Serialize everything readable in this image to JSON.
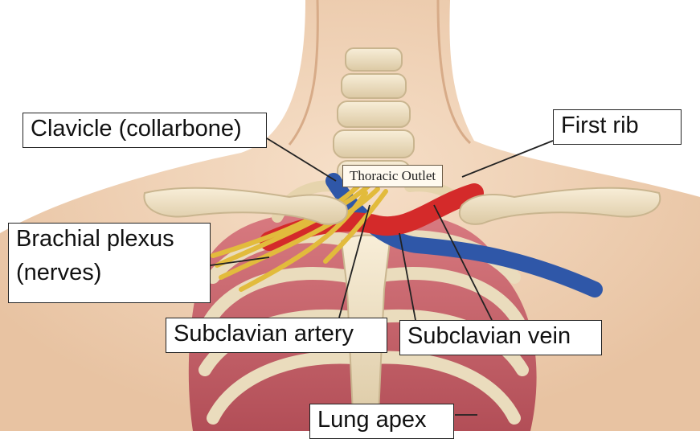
{
  "labels": {
    "clavicle": "Clavicle (collarbone)",
    "first_rib": "First rib",
    "thoracic_outlet": "Thoracic Outlet",
    "brachial_plexus_line1": "Brachial plexus",
    "brachial_plexus_line2": "(nerves)",
    "subclavian_artery": "Subclavian artery",
    "subclavian_vein": "Subclavian vein",
    "lung_apex": "Lung apex"
  },
  "colors": {
    "skin": "#f3d7bd",
    "bone": "#f1e4c8",
    "artery": "#d42a2a",
    "vein": "#2f57a8",
    "nerve": "#e2bb3c",
    "lung": "#c9626a",
    "leader_line": "#222222"
  }
}
